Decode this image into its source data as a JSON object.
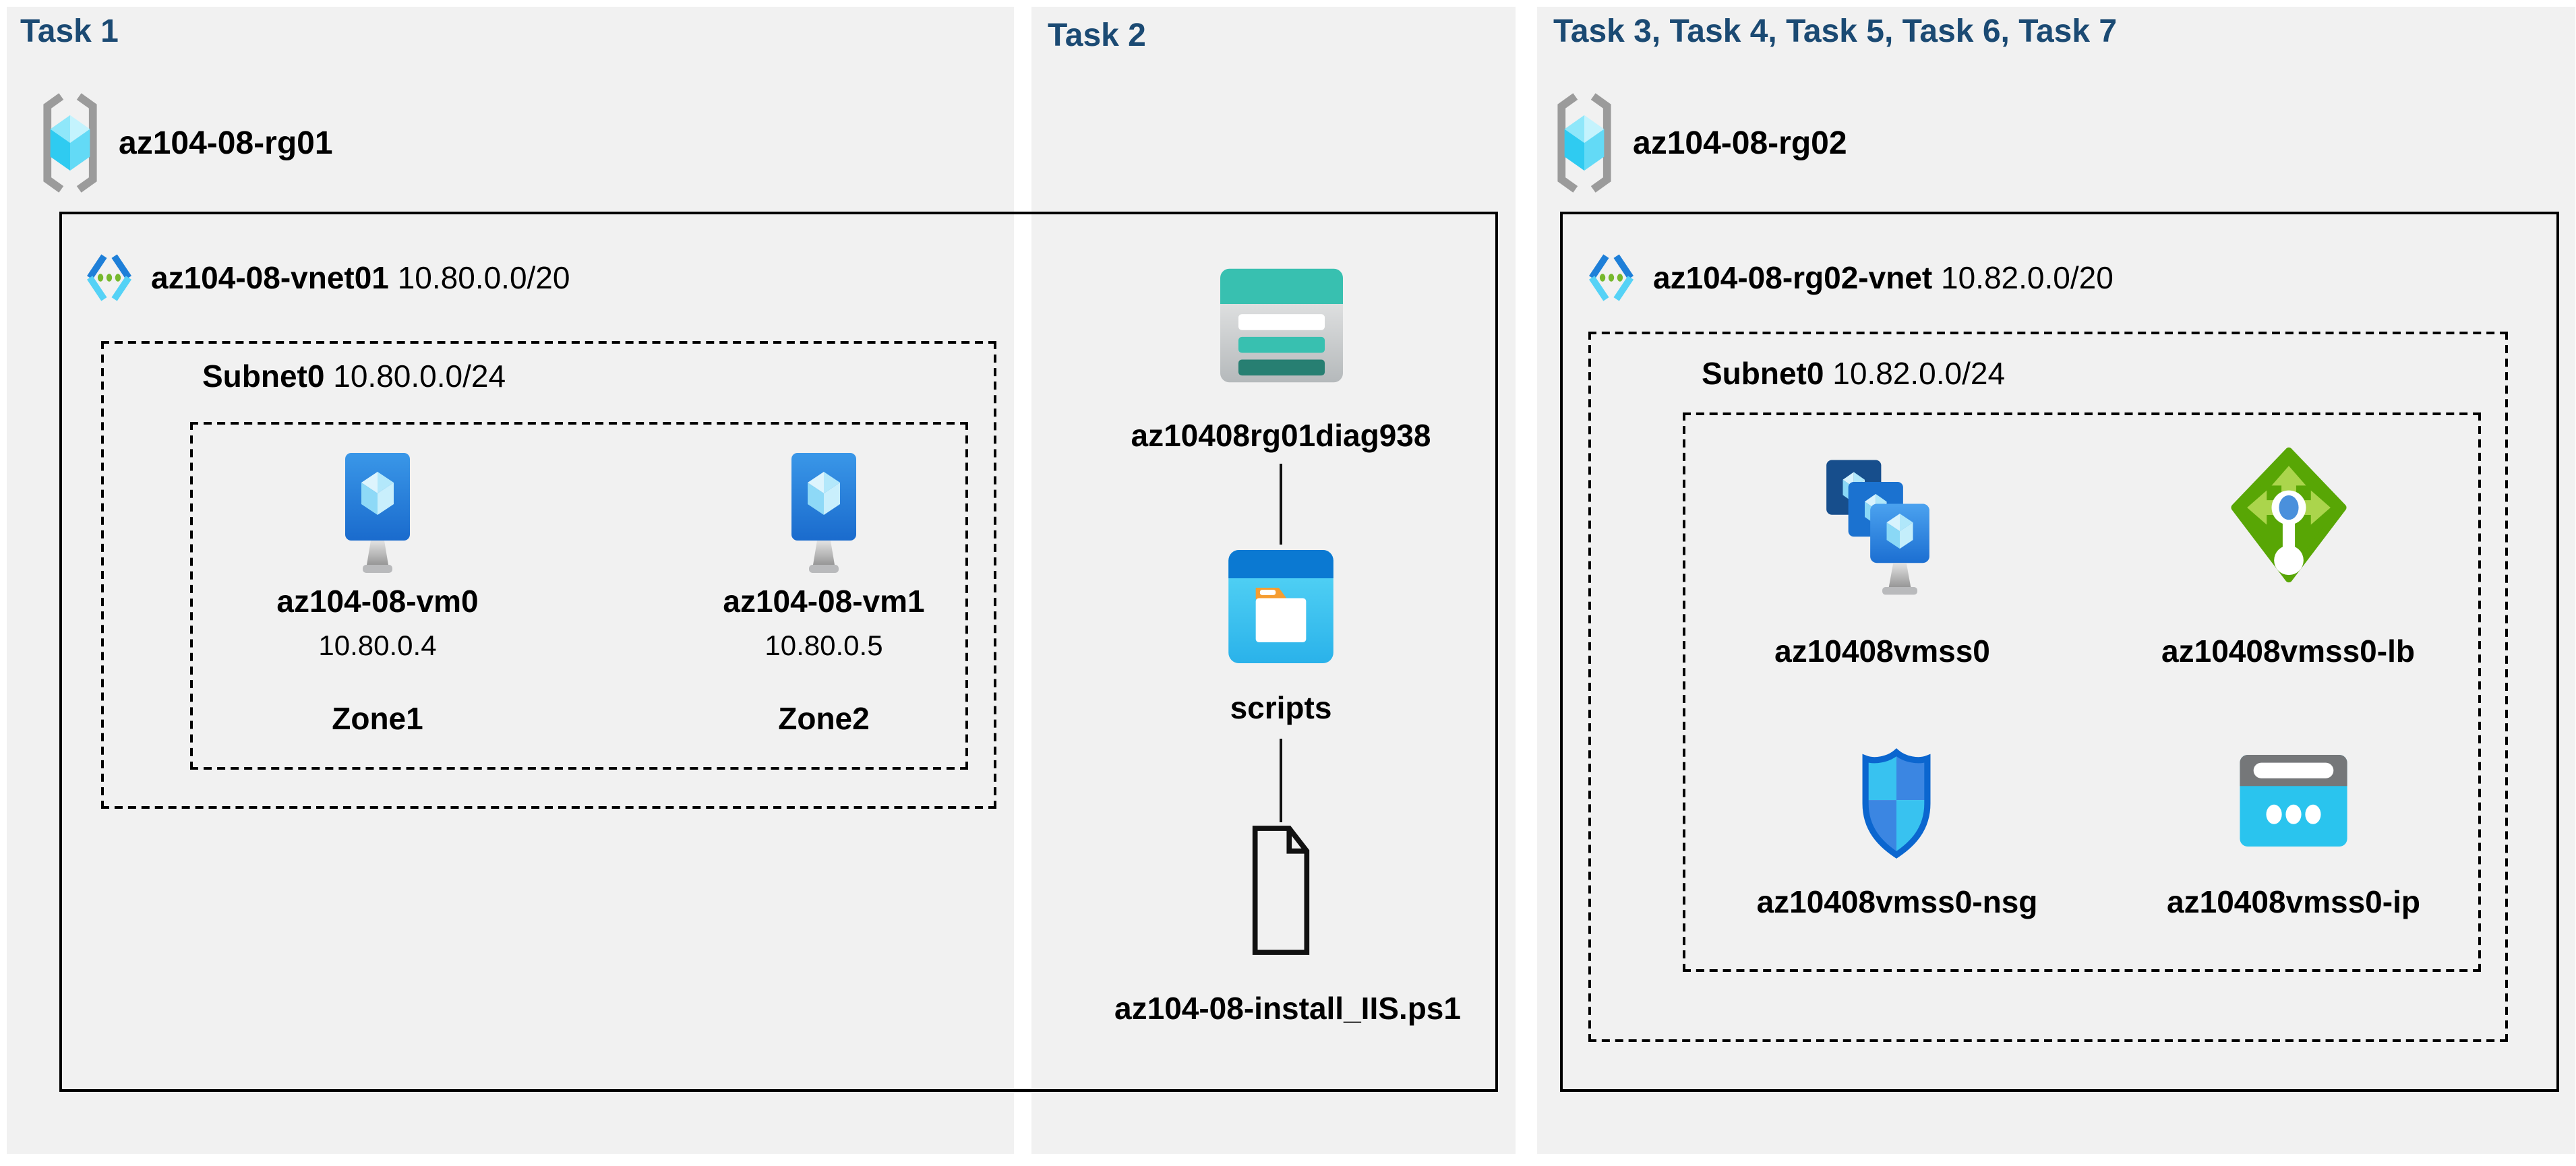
{
  "panels": [
    {
      "title": "Task 1",
      "resource_group": "az104-08-rg01",
      "vnet": {
        "name": "az104-08-vnet01",
        "cidr": "10.80.0.0/20"
      },
      "subnet": {
        "name": "Subnet0",
        "cidr": "10.80.0.0/24"
      },
      "vms": [
        {
          "name": "az104-08-vm0",
          "ip": "10.80.0.4",
          "zone": "Zone1"
        },
        {
          "name": "az104-08-vm1",
          "ip": "10.80.0.5",
          "zone": "Zone2"
        }
      ]
    },
    {
      "title": "Task 2",
      "storage_account": "az10408rg01diag938",
      "container": "scripts",
      "script_file": "az104-08-install_IIS.ps1"
    },
    {
      "title": "Task 3, Task 4, Task 5, Task 6, Task 7",
      "resource_group": "az104-08-rg02",
      "vnet": {
        "name": "az104-08-rg02-vnet",
        "cidr": "10.82.0.0/20"
      },
      "subnet": {
        "name": "Subnet0",
        "cidr": "10.82.0.0/24"
      },
      "resources": [
        {
          "name": "az10408vmss0",
          "type": "vm-scale-set"
        },
        {
          "name": "az10408vmss0-lb",
          "type": "load-balancer"
        },
        {
          "name": "az10408vmss0-nsg",
          "type": "network-security-group"
        },
        {
          "name": "az10408vmss0-ip",
          "type": "public-ip"
        }
      ]
    }
  ],
  "colors": {
    "heading": "#1b4a73",
    "panel_bg": "#f1f1f1",
    "outline": "#000000",
    "azure_blue": "#1c6fd2",
    "azure_cyan": "#35cdf2",
    "teal": "#38c0b0",
    "teal_dark": "#277f72",
    "lb_green": "#58a605",
    "dot_green": "#76b82d",
    "folder_tab_orange": "#f59d31",
    "brace_gray": "#9b9b9b"
  }
}
